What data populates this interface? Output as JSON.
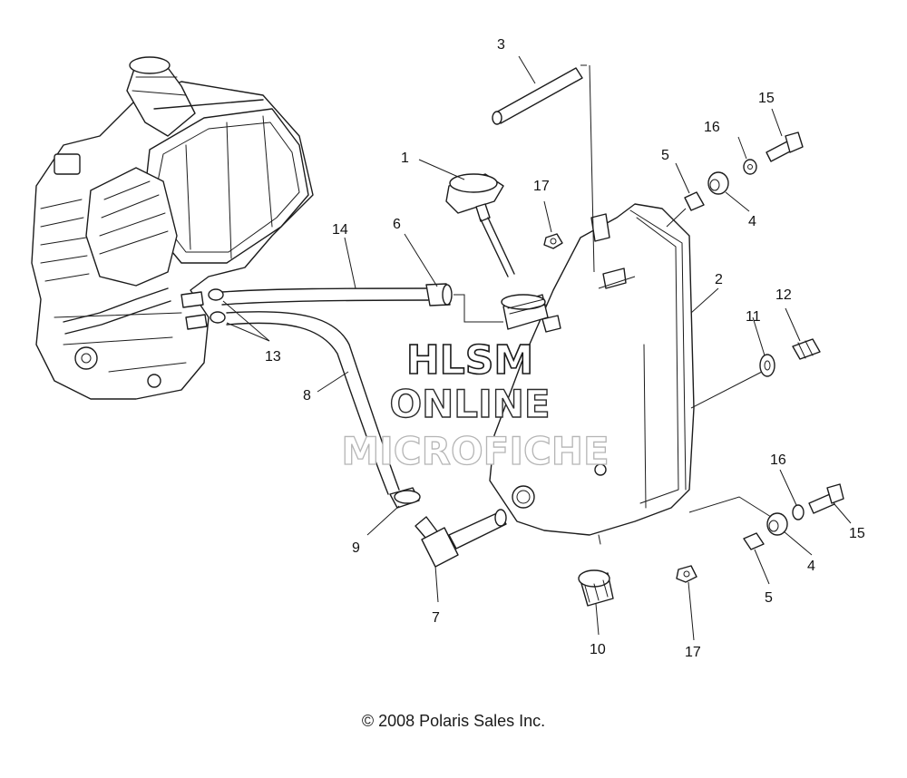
{
  "watermark": {
    "line1": "HLSM",
    "line2": "ONLINE",
    "line3": "MICROFICHE"
  },
  "copyright": "© 2008 Polaris Sales Inc.",
  "callouts": [
    {
      "id": "c1",
      "label": "1"
    },
    {
      "id": "c2",
      "label": "2"
    },
    {
      "id": "c3",
      "label": "3"
    },
    {
      "id": "c4a",
      "label": "4"
    },
    {
      "id": "c4b",
      "label": "4"
    },
    {
      "id": "c5a",
      "label": "5"
    },
    {
      "id": "c5b",
      "label": "5"
    },
    {
      "id": "c6",
      "label": "6"
    },
    {
      "id": "c7",
      "label": "7"
    },
    {
      "id": "c8",
      "label": "8"
    },
    {
      "id": "c9",
      "label": "9"
    },
    {
      "id": "c10",
      "label": "10"
    },
    {
      "id": "c11",
      "label": "11"
    },
    {
      "id": "c12",
      "label": "12"
    },
    {
      "id": "c13",
      "label": "13"
    },
    {
      "id": "c14",
      "label": "14"
    },
    {
      "id": "c15a",
      "label": "15"
    },
    {
      "id": "c15b",
      "label": "15"
    },
    {
      "id": "c16a",
      "label": "16"
    },
    {
      "id": "c16b",
      "label": "16"
    },
    {
      "id": "c17a",
      "label": "17"
    },
    {
      "id": "c17b",
      "label": "17"
    }
  ]
}
